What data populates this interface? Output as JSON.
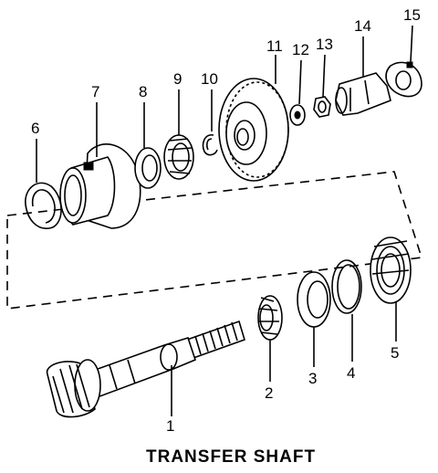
{
  "caption": "TRANSFER SHAFT",
  "callouts": {
    "c1": "1",
    "c2": "2",
    "c3": "3",
    "c4": "4",
    "c5": "5",
    "c6": "6",
    "c7": "7",
    "c8": "8",
    "c9": "9",
    "c10": "10",
    "c11": "11",
    "c12": "12",
    "c13": "13",
    "c14": "14",
    "c15": "15"
  }
}
